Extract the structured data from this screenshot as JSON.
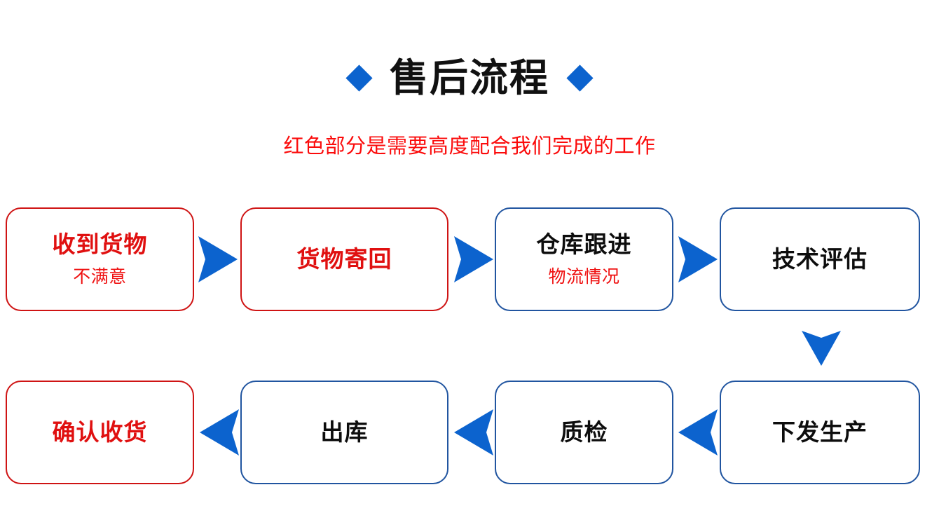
{
  "header": {
    "title": "售后流程",
    "subtitle": "红色部分是需要高度配合我们完成的工作",
    "left_diamond": "diamond-marker",
    "right_diamond": "diamond-marker"
  },
  "colors": {
    "accent_blue": "#0c63ce",
    "border_blue": "#2155a0",
    "border_red": "#cf1414",
    "text_red": "#e01010",
    "text_black": "#0d0d0d",
    "subtitle_red": "#fb0b0b",
    "background": "#ffffff"
  },
  "flow": {
    "rows": [
      {
        "direction": "left-to-right",
        "nodes": [
          {
            "label": "收到货物",
            "sub": "不满意",
            "accent": "red"
          },
          {
            "label": "货物寄回",
            "sub": "",
            "accent": "red"
          },
          {
            "label": "仓库跟进",
            "sub": "物流情况",
            "accent": "blue"
          },
          {
            "label": "技术评估",
            "sub": "",
            "accent": "blue"
          }
        ]
      },
      {
        "direction": "right-to-left",
        "nodes": [
          {
            "label": "确认收货",
            "sub": "",
            "accent": "red"
          },
          {
            "label": "出库",
            "sub": "",
            "accent": "blue"
          },
          {
            "label": "质检",
            "sub": "",
            "accent": "blue"
          },
          {
            "label": "下发生产",
            "sub": "",
            "accent": "blue"
          }
        ]
      }
    ],
    "connectors": [
      {
        "name": "arrow-right-1",
        "direction": "right"
      },
      {
        "name": "arrow-right-2",
        "direction": "right"
      },
      {
        "name": "arrow-right-3",
        "direction": "right"
      },
      {
        "name": "arrow-down-1",
        "direction": "down"
      },
      {
        "name": "arrow-left-1",
        "direction": "left"
      },
      {
        "name": "arrow-left-2",
        "direction": "left"
      },
      {
        "name": "arrow-left-3",
        "direction": "left"
      }
    ]
  }
}
